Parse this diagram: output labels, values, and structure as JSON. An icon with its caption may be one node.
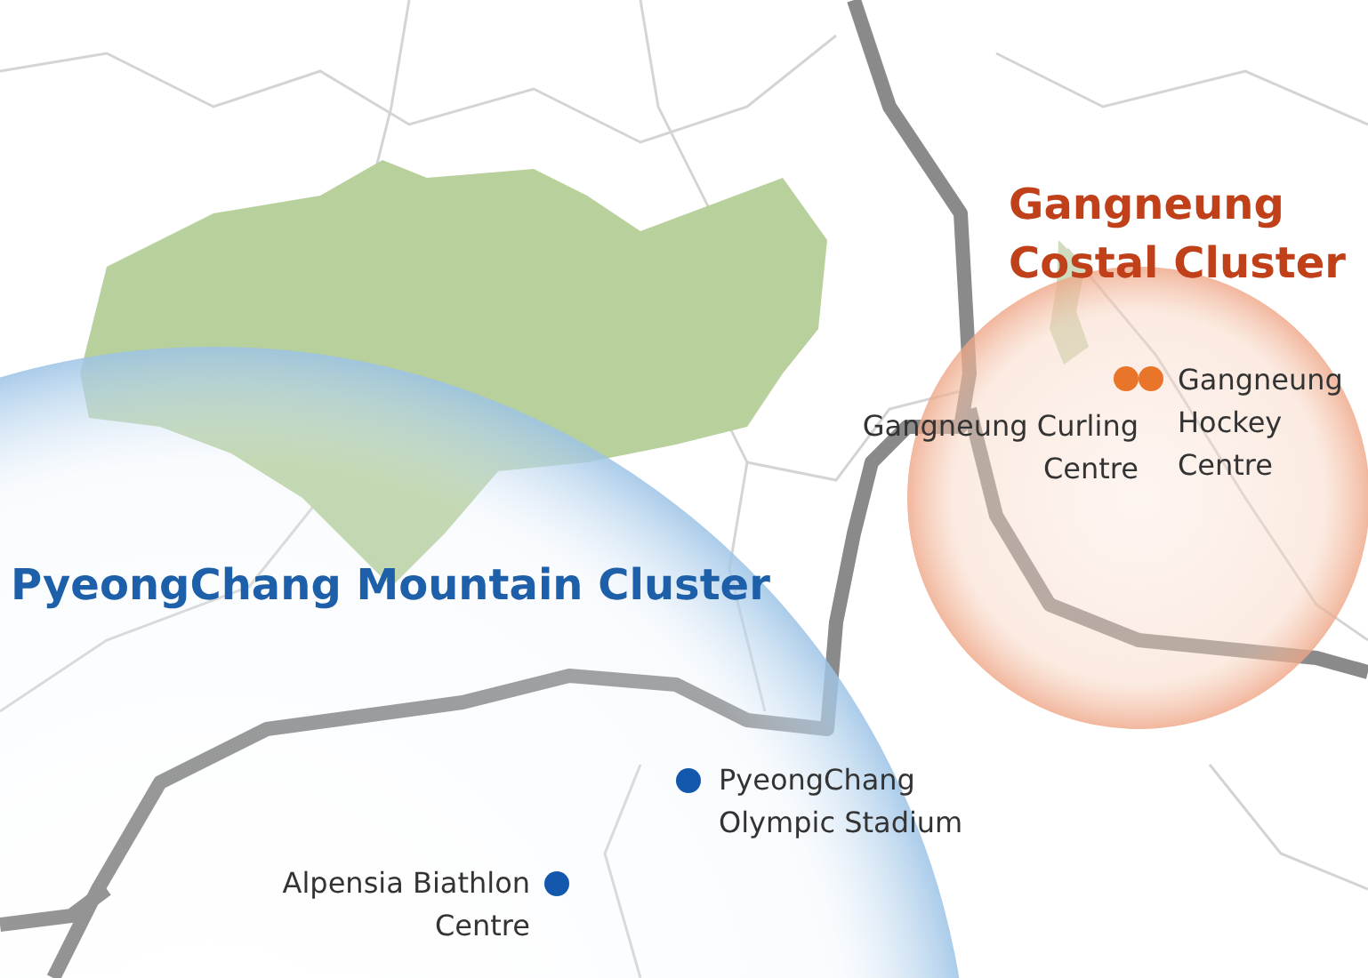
{
  "diagram": {
    "nodes": [
      {
        "text": [
          "PyeongChang Mountain Cluster"
        ]
      },
      {
        "text": [
          "PyeongChang Olympic Stadium"
        ],
        "in": 0
      },
      {
        "text": [
          "Alpensia Biathlon Centre"
        ],
        "in": 0
      },
      {
        "text": [
          "Gangneung Costal Cluster"
        ]
      },
      {
        "text": [
          "Gangneung Curling Centre"
        ],
        "in": 3
      },
      {
        "text": [
          "Gangneung Hockey Centre"
        ],
        "in": 3
      }
    ],
    "edges": []
  }
}
